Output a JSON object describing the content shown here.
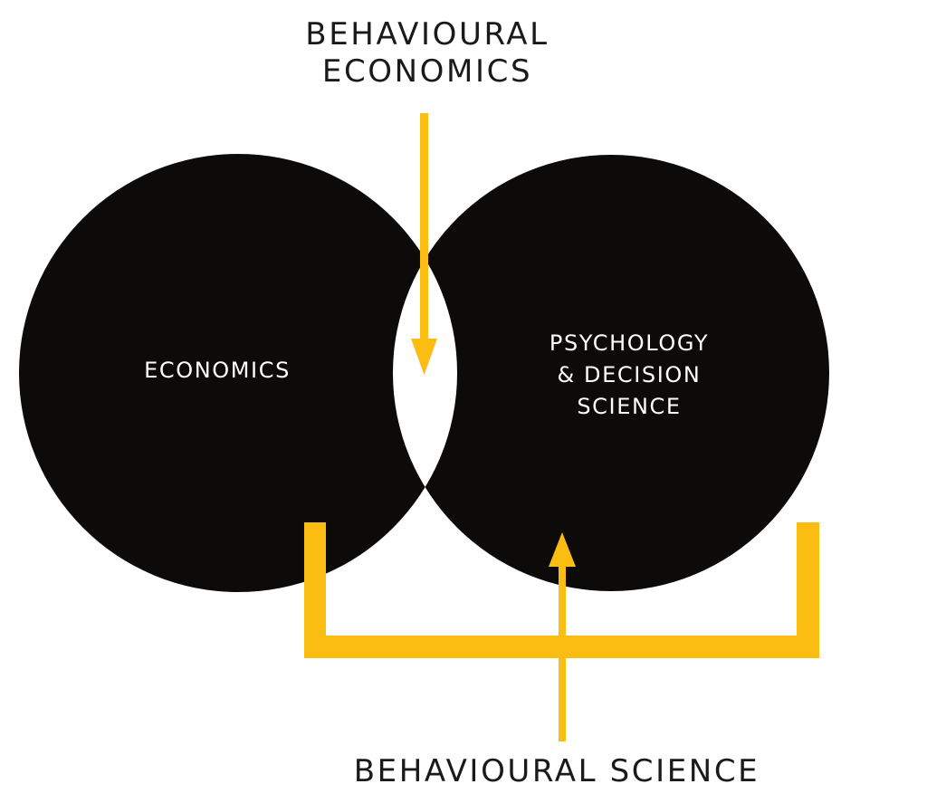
{
  "diagram": {
    "top_label": {
      "line1": "BEHAVIOURAL",
      "line2": "ECONOMICS"
    },
    "left_circle_label": "ECONOMICS",
    "right_circle_label": {
      "line1": "PSYCHOLOGY",
      "line2": "& DECISION",
      "line3": "SCIENCE"
    },
    "bottom_label": "BEHAVIOURAL SCIENCE"
  },
  "colors": {
    "circle_fill": "#0d0b0a",
    "intersection_fill": "#ffffff",
    "accent": "#fbbd12",
    "label_dark": "#1a1a1a",
    "label_light": "#ffffff"
  }
}
